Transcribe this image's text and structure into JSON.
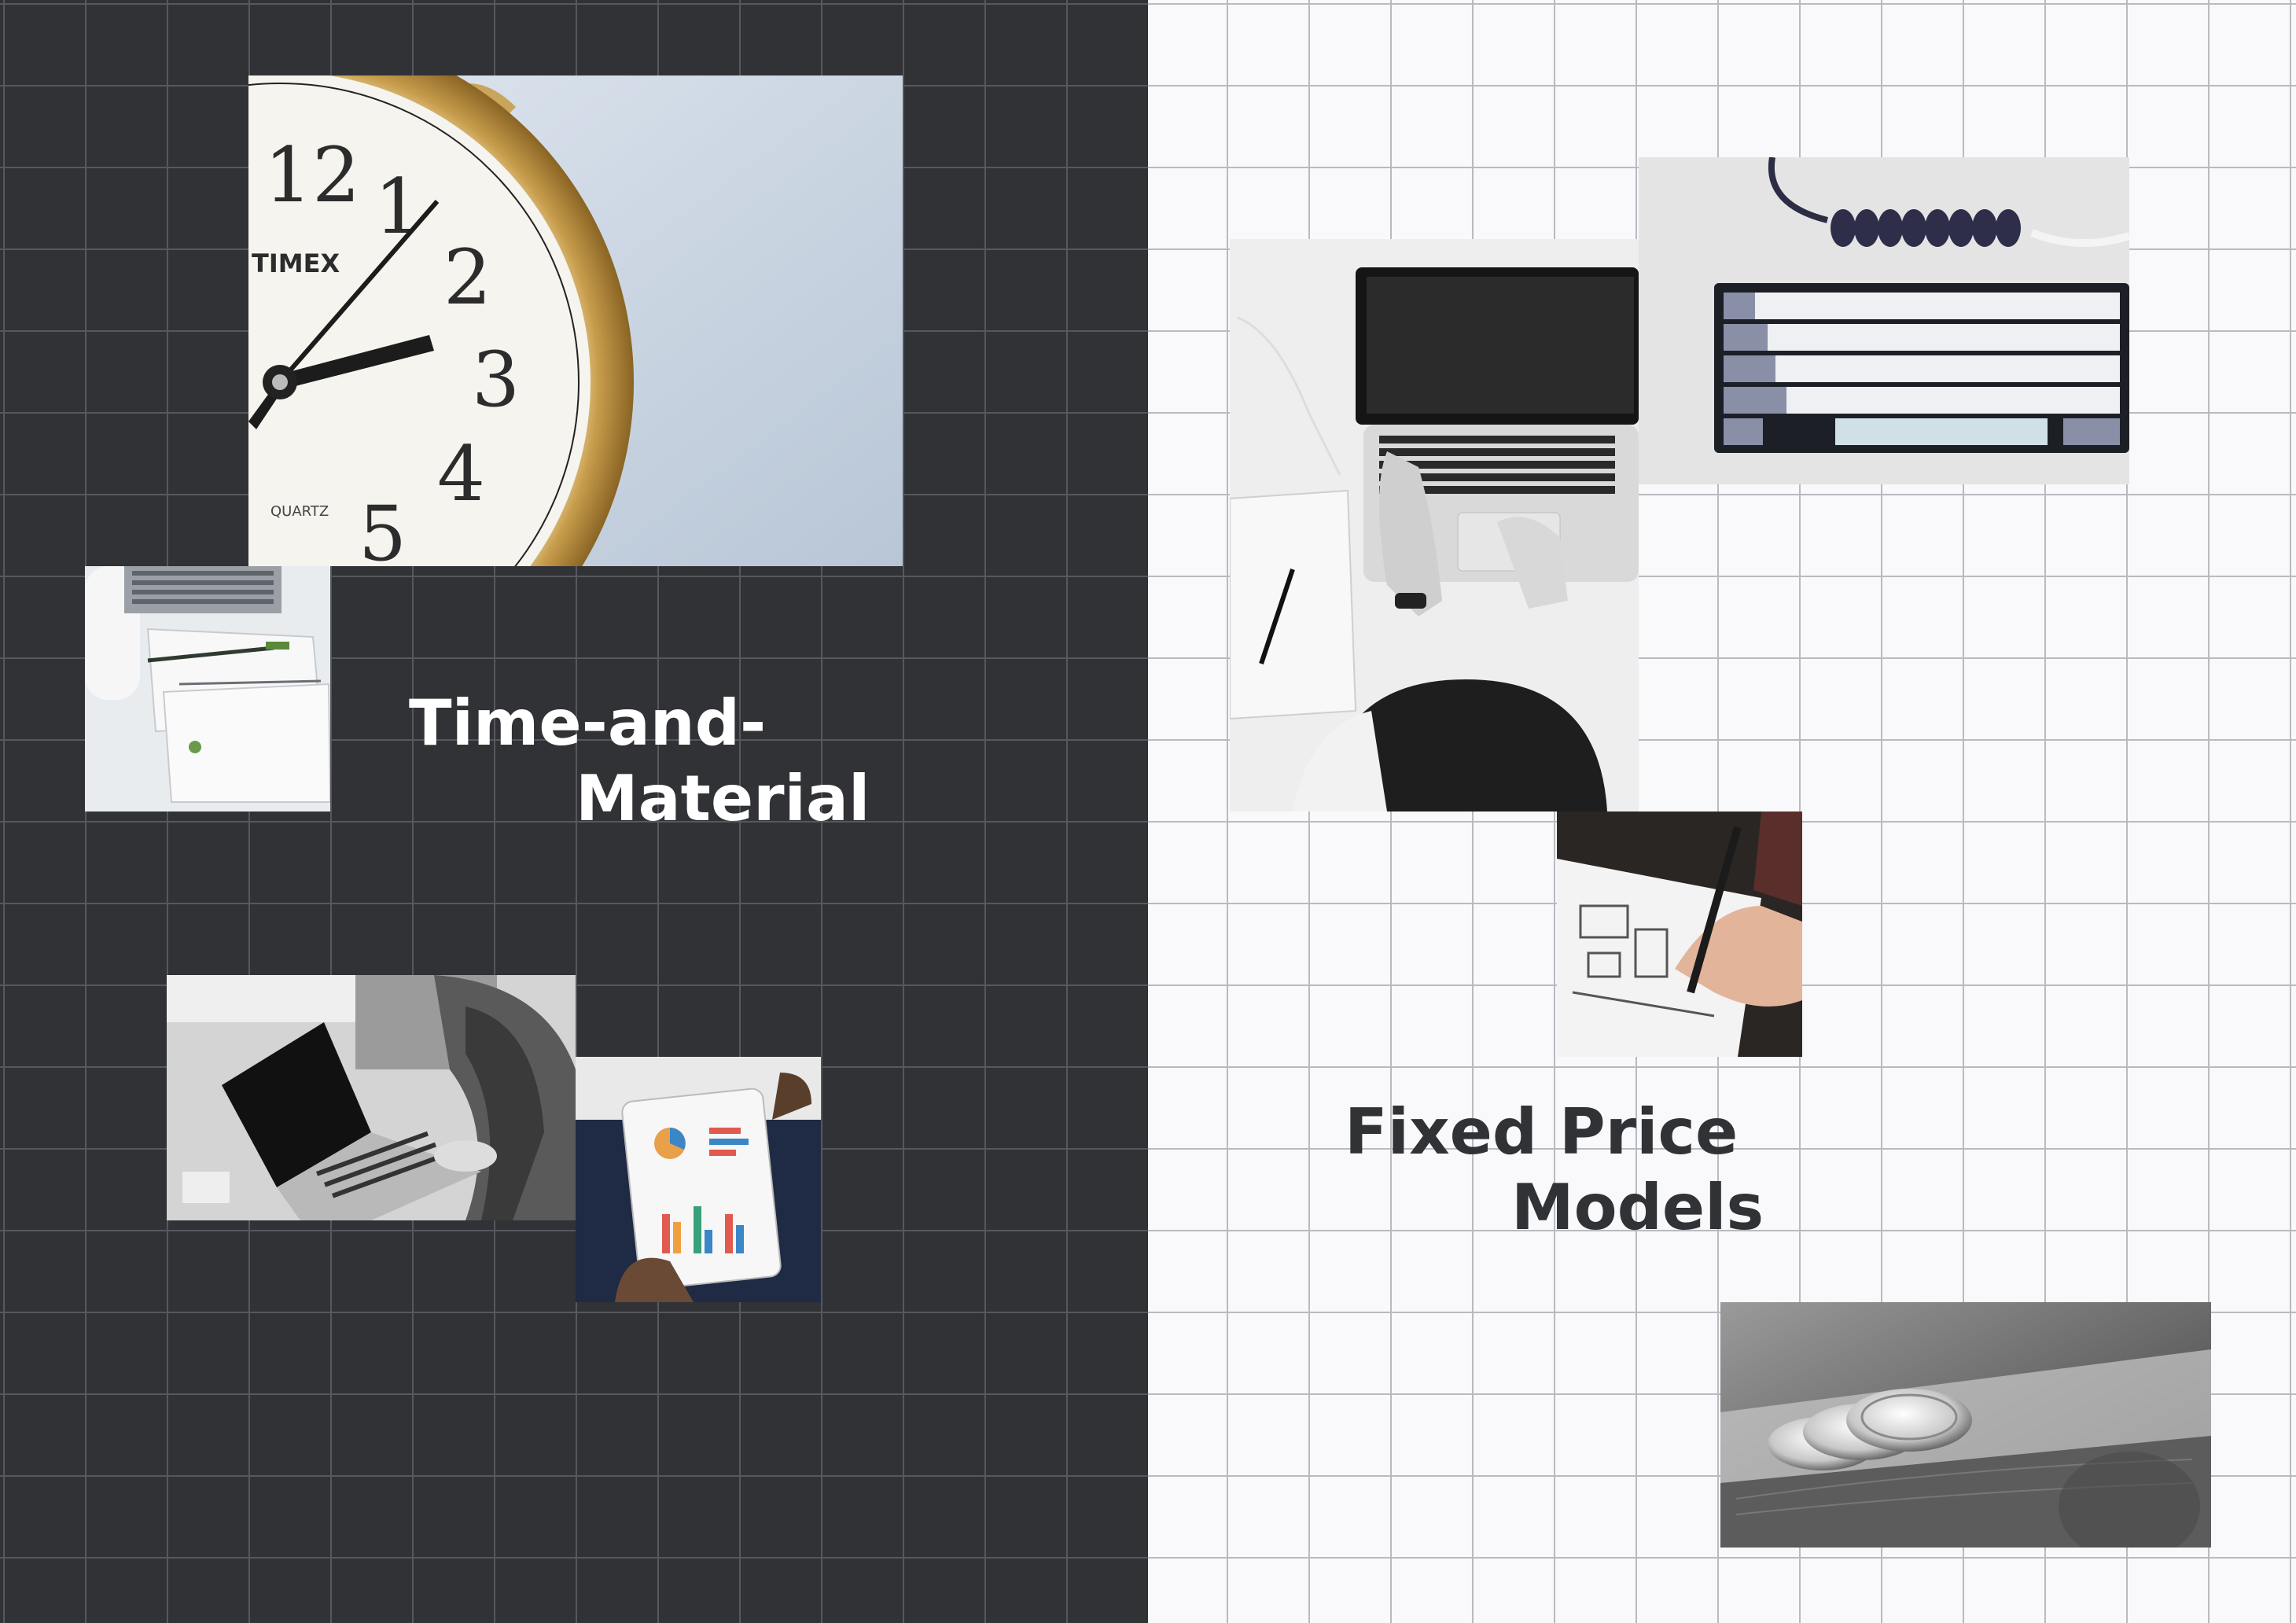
{
  "left_panel": {
    "background": "#303236",
    "title_line1": "Time-and-",
    "title_line2": "Material",
    "clock": {
      "numerals": [
        "12",
        "1",
        "2",
        "3",
        "4",
        "5"
      ],
      "brand": "TIMEX",
      "label": "QUARTZ"
    },
    "images": [
      "alarm-clock-photo",
      "laptop-notebook-photo",
      "woman-laptop-photo",
      "tablet-charts-photo"
    ]
  },
  "right_panel": {
    "background": "#f9f9fb",
    "title_line1": "Fixed Price",
    "title_line2": "Models",
    "images": [
      "laptop-typing-photo",
      "keyboard-photo",
      "sketch-drawing-photo",
      "coins-money-photo"
    ]
  }
}
